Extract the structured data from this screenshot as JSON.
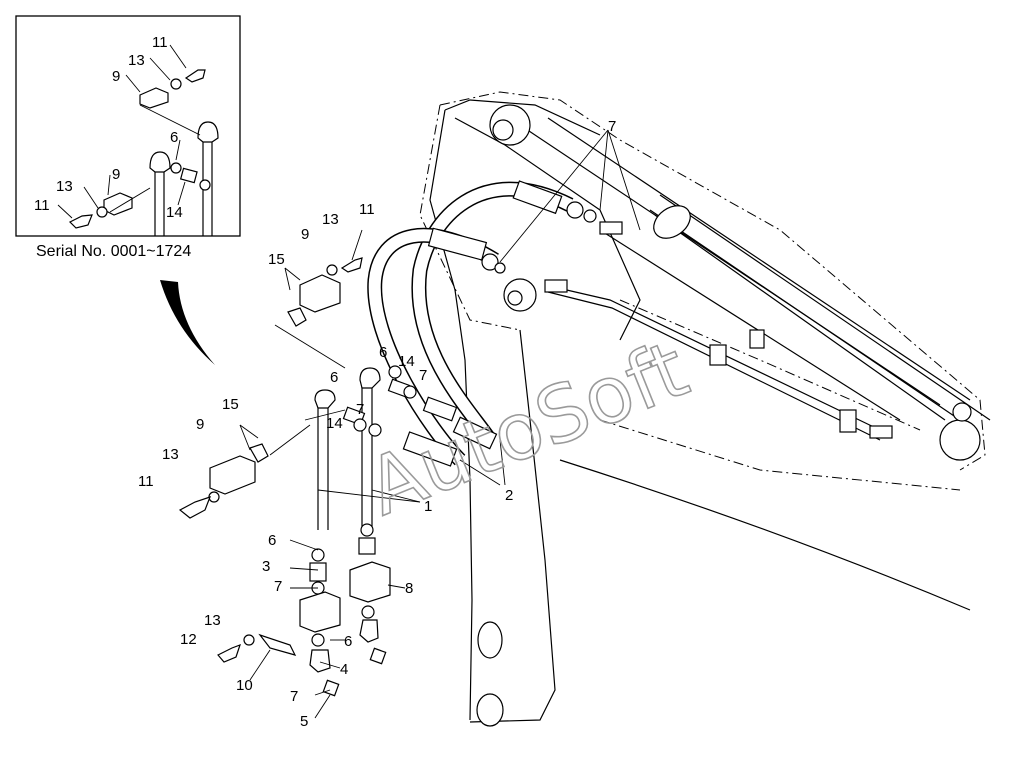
{
  "inset": {
    "serial_text": "Serial No. 0001~1724",
    "labels": [
      "11",
      "13",
      "9",
      "6",
      "13",
      "9",
      "11",
      "14"
    ]
  },
  "callouts": [
    "7",
    "13",
    "11",
    "9",
    "15",
    "6",
    "14",
    "7",
    "15",
    "6",
    "14",
    "7",
    "9",
    "13",
    "11",
    "1",
    "2",
    "6",
    "3",
    "7",
    "8",
    "13",
    "12",
    "6",
    "10",
    "4",
    "7",
    "5"
  ],
  "watermark": "AutoSoft"
}
